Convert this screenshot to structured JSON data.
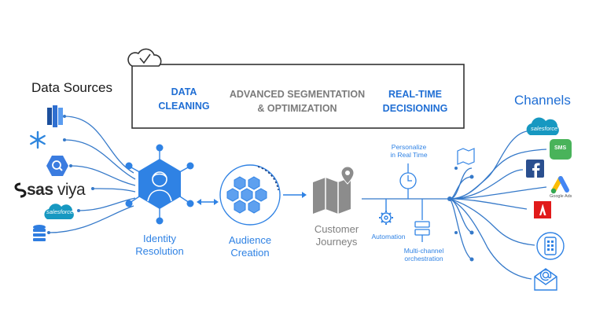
{
  "sources": {
    "title": "Data Sources",
    "sas_brand": "sas",
    "sas_product": "viya",
    "salesforce_logo": "salesforce",
    "icons": [
      "amazon-redshift-icon",
      "snowflake-icon",
      "google-bigquery-icon",
      "sas-viya-logo",
      "salesforce-logo",
      "database-icon"
    ]
  },
  "banner": {
    "cloud_icon": "cloud-check-icon",
    "item1": "DATA\nCLEANING",
    "item2": "ADVANCED SEGMENTATION\n& OPTIMIZATION",
    "item3": "REAL-TIME\nDECISIONING"
  },
  "stages": {
    "identity": "Identity\nResolution",
    "audience": "Audience\nCreation",
    "journeys": "Customer\nJourneys"
  },
  "journey_features": {
    "personalize": "Personalize\nin Real Time",
    "automation": "Automation",
    "multichannel": "Multi-channel\norchestration"
  },
  "channels": {
    "title": "Channels",
    "salesforce_logo": "salesforce",
    "sms_label": "SMS",
    "google_ads_label": "Google Ads",
    "icons": [
      "map-icon",
      "salesforce-logo",
      "sms-icon",
      "facebook-icon",
      "google-ads-icon",
      "adobe-icon",
      "mobile-app-icon",
      "email-icon"
    ]
  },
  "colors": {
    "accent_blue": "#1f6ed4",
    "node_blue": "#2f82e4",
    "line_blue": "#3579c9",
    "grey_text": "#7b7b7b",
    "box_border": "#333333"
  }
}
